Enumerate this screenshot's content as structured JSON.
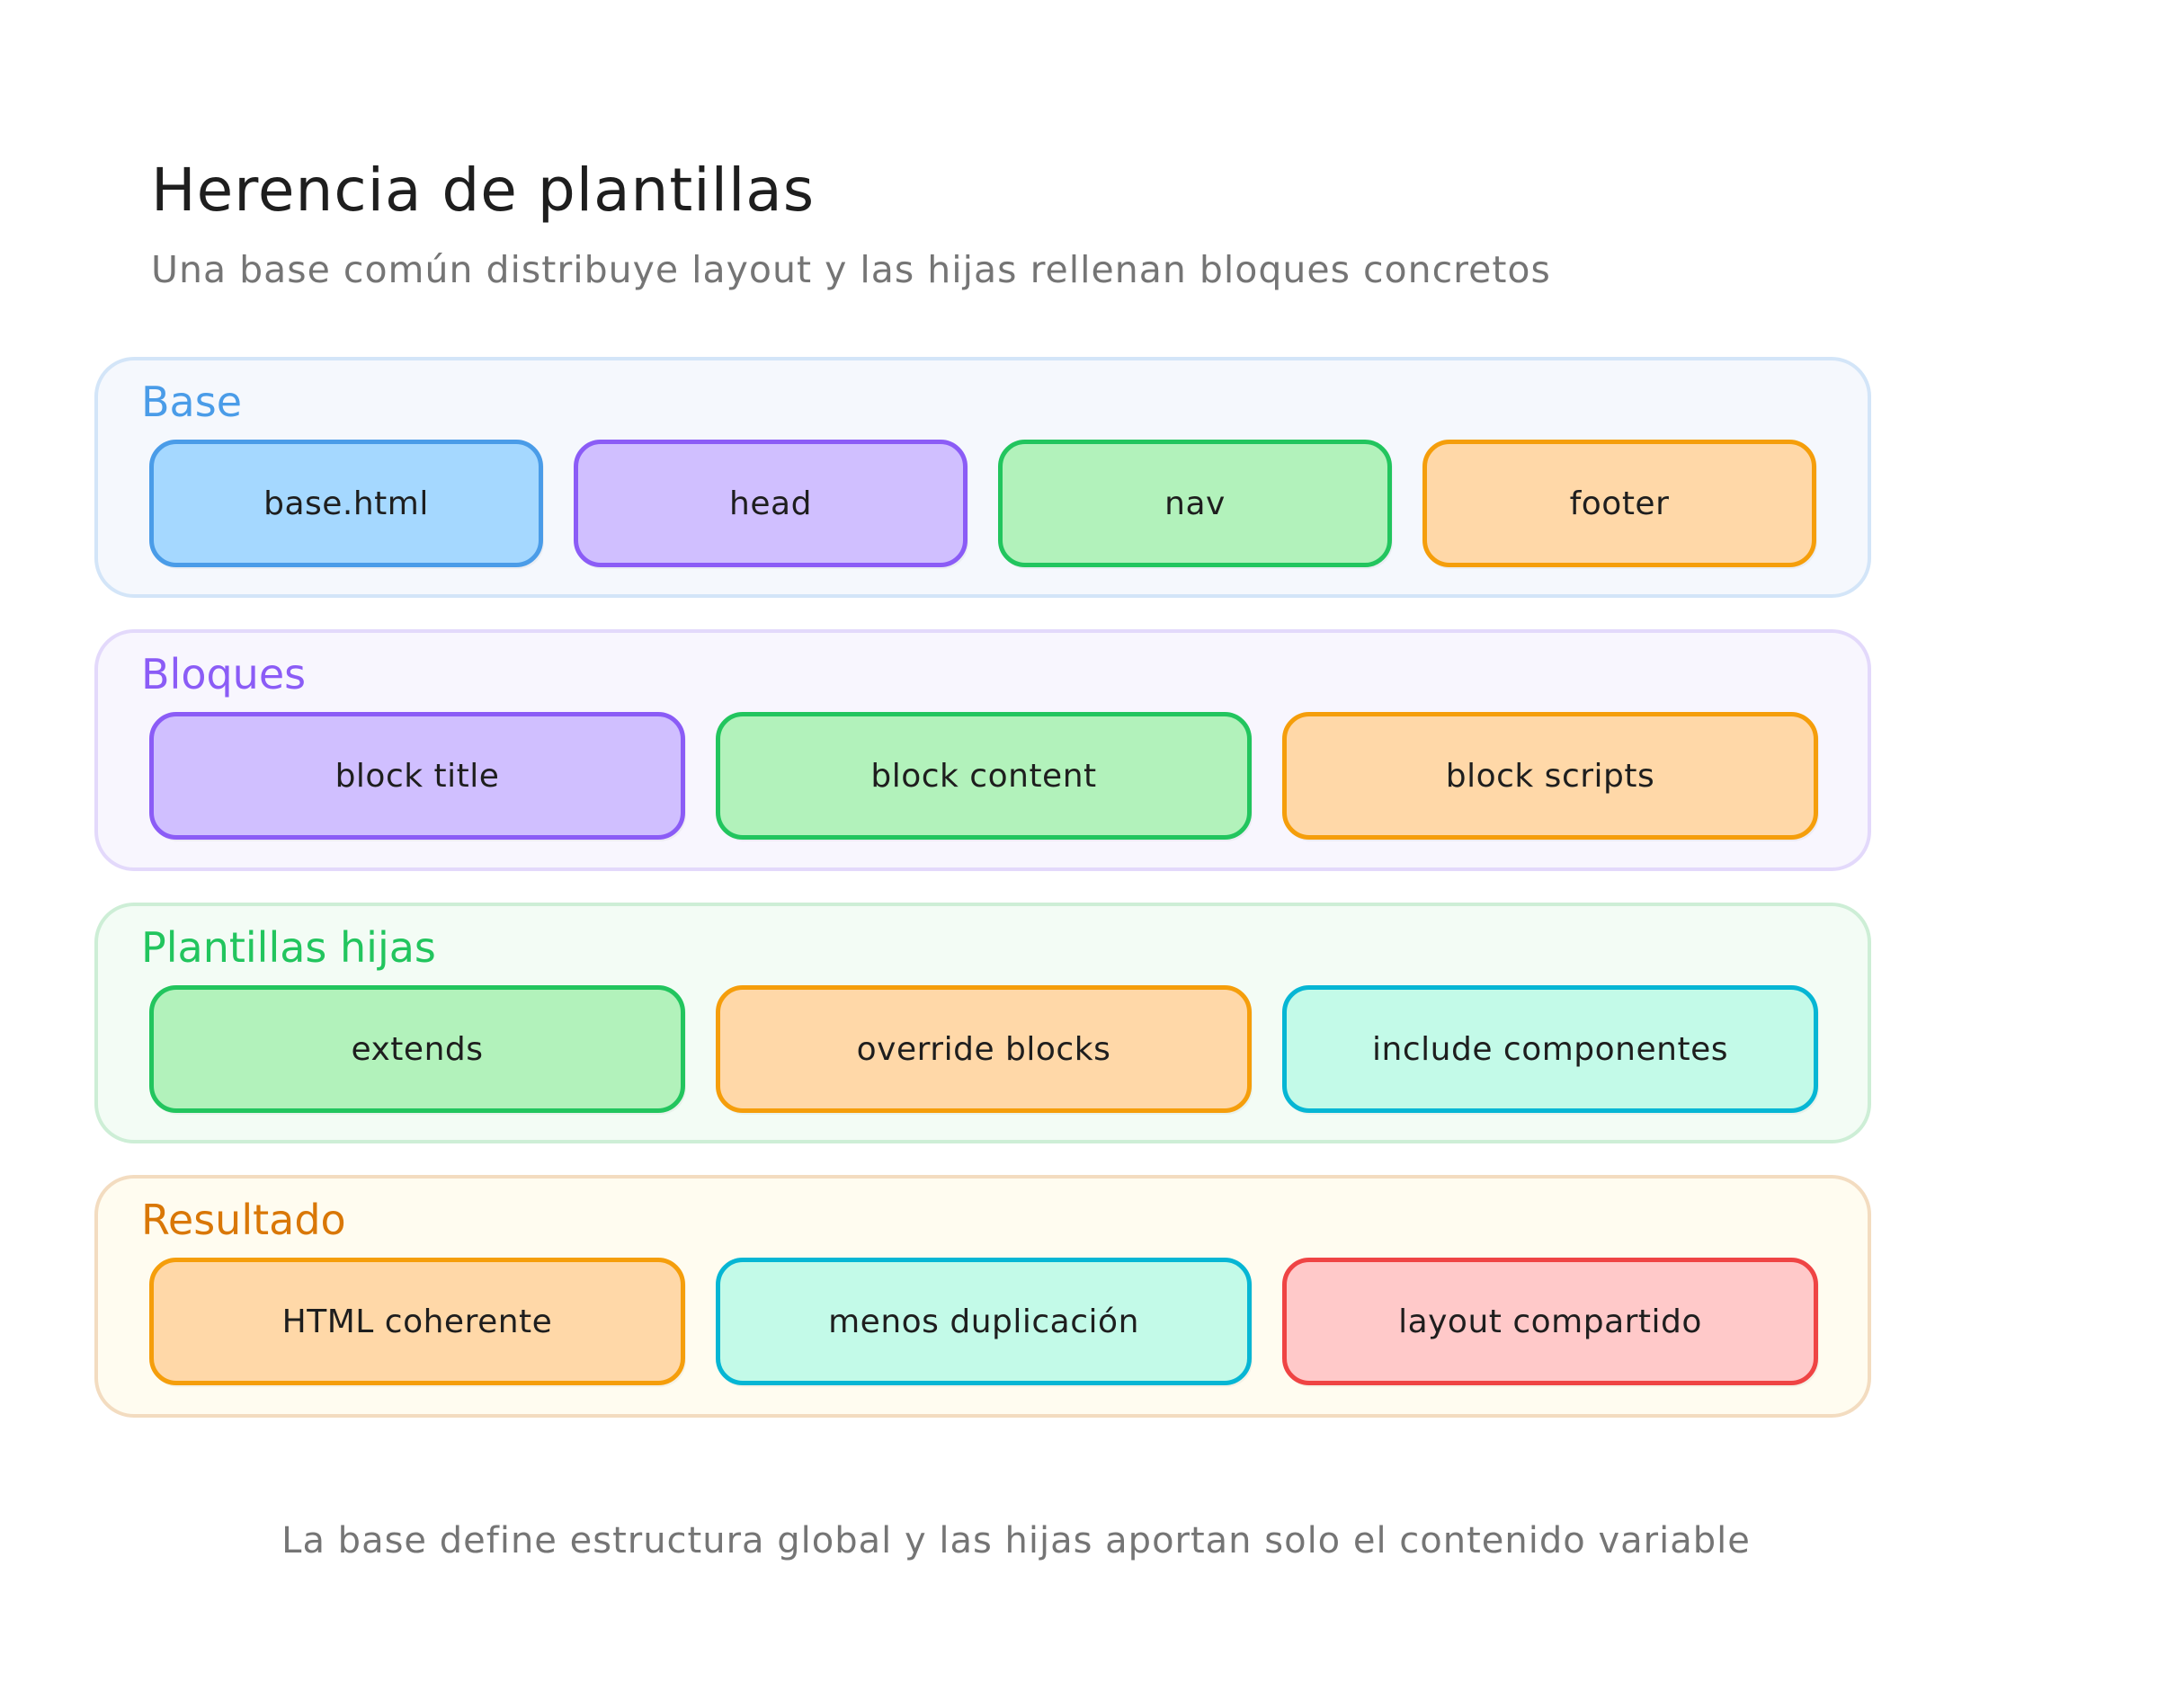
{
  "header": {
    "title": "Herencia de plantillas",
    "subtitle": "Una base común distribuye layout y las hijas rellenan bloques concretos"
  },
  "sections": [
    {
      "label": "Base",
      "label_color": "#4a9ce8",
      "background": "#f5f8fd",
      "border": "#d3e5f8",
      "items": [
        {
          "label": "base.html",
          "fill": "#a5d8ff",
          "stroke": "#4a9ce8"
        },
        {
          "label": "head",
          "fill": "#d0bfff",
          "stroke": "#8b5cf6"
        },
        {
          "label": "nav",
          "fill": "#b2f2bb",
          "stroke": "#22c55e"
        },
        {
          "label": "footer",
          "fill": "#ffd8a8",
          "stroke": "#f59e0b"
        }
      ]
    },
    {
      "label": "Bloques",
      "label_color": "#8b5cf6",
      "background": "#f8f6fe",
      "border": "#e3d9fb",
      "items": [
        {
          "label": "block title",
          "fill": "#d0bfff",
          "stroke": "#8b5cf6"
        },
        {
          "label": "block content",
          "fill": "#b2f2bb",
          "stroke": "#22c55e"
        },
        {
          "label": "block scripts",
          "fill": "#ffd8a8",
          "stroke": "#f59e0b"
        }
      ]
    },
    {
      "label": "Plantillas hijas",
      "label_color": "#22c55e",
      "background": "#f3fcf5",
      "border": "#cdeed6",
      "items": [
        {
          "label": "extends",
          "fill": "#b2f2bb",
          "stroke": "#22c55e"
        },
        {
          "label": "override blocks",
          "fill": "#ffd8a8",
          "stroke": "#f59e0b"
        },
        {
          "label": "include componentes",
          "fill": "#c3fae8",
          "stroke": "#06b6d4"
        }
      ]
    },
    {
      "label": "Resultado",
      "label_color": "#d97706",
      "background": "#fffcf0",
      "border": "#f3dcc0",
      "items": [
        {
          "label": "HTML coherente",
          "fill": "#ffd8a8",
          "stroke": "#f59e0b"
        },
        {
          "label": "menos duplicación",
          "fill": "#c3fae8",
          "stroke": "#06b6d4"
        },
        {
          "label": "layout compartido",
          "fill": "#ffc9c9",
          "stroke": "#ef4444"
        }
      ]
    }
  ],
  "footer": {
    "note": "La base define estructura global y las hijas aportan solo el contenido variable"
  }
}
